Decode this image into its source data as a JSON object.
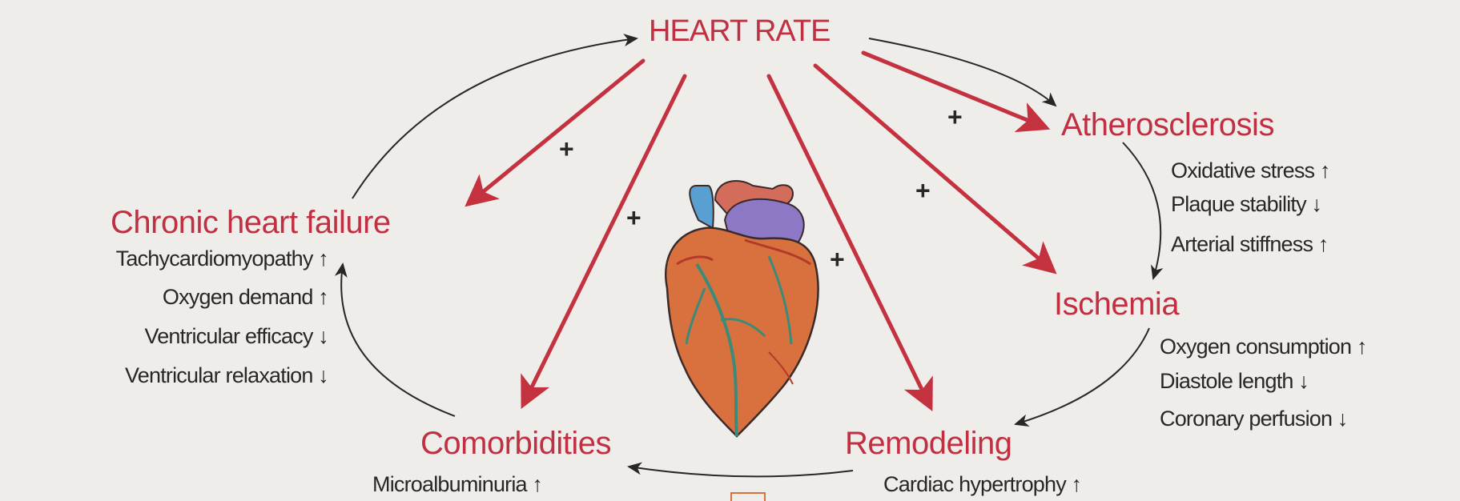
{
  "center": {
    "label": "HEART RATE"
  },
  "nodes": {
    "atherosclerosis": {
      "label": "Atherosclerosis",
      "effects": [
        "Oxidative stress ↑",
        "Plaque stability ↓",
        "Arterial stiffness ↑"
      ]
    },
    "ischemia": {
      "label": "Ischemia",
      "effects": [
        "Oxygen consumption ↑",
        "Diastole length ↓",
        "Coronary perfusion ↓"
      ]
    },
    "remodeling": {
      "label": "Remodeling",
      "effects": [
        "Cardiac hypertrophy ↑"
      ]
    },
    "comorbidities": {
      "label": "Comorbidities",
      "effects": [
        "Microalbuminuria ↑"
      ]
    },
    "chronic_heart_failure": {
      "label": "Chronic heart failure",
      "effects": [
        "Tachycardiomyopathy ↑",
        "Oxygen demand ↑",
        "Ventricular efficacy ↓",
        "Ventricular relaxation ↓"
      ]
    }
  },
  "signs": {
    "plus": "+"
  },
  "colors": {
    "arrow": "#c4323f",
    "text_red": "#c03043",
    "cycle": "#2a2626",
    "background": "#efedea"
  },
  "icons": {
    "center_illustration": "heart-icon"
  }
}
